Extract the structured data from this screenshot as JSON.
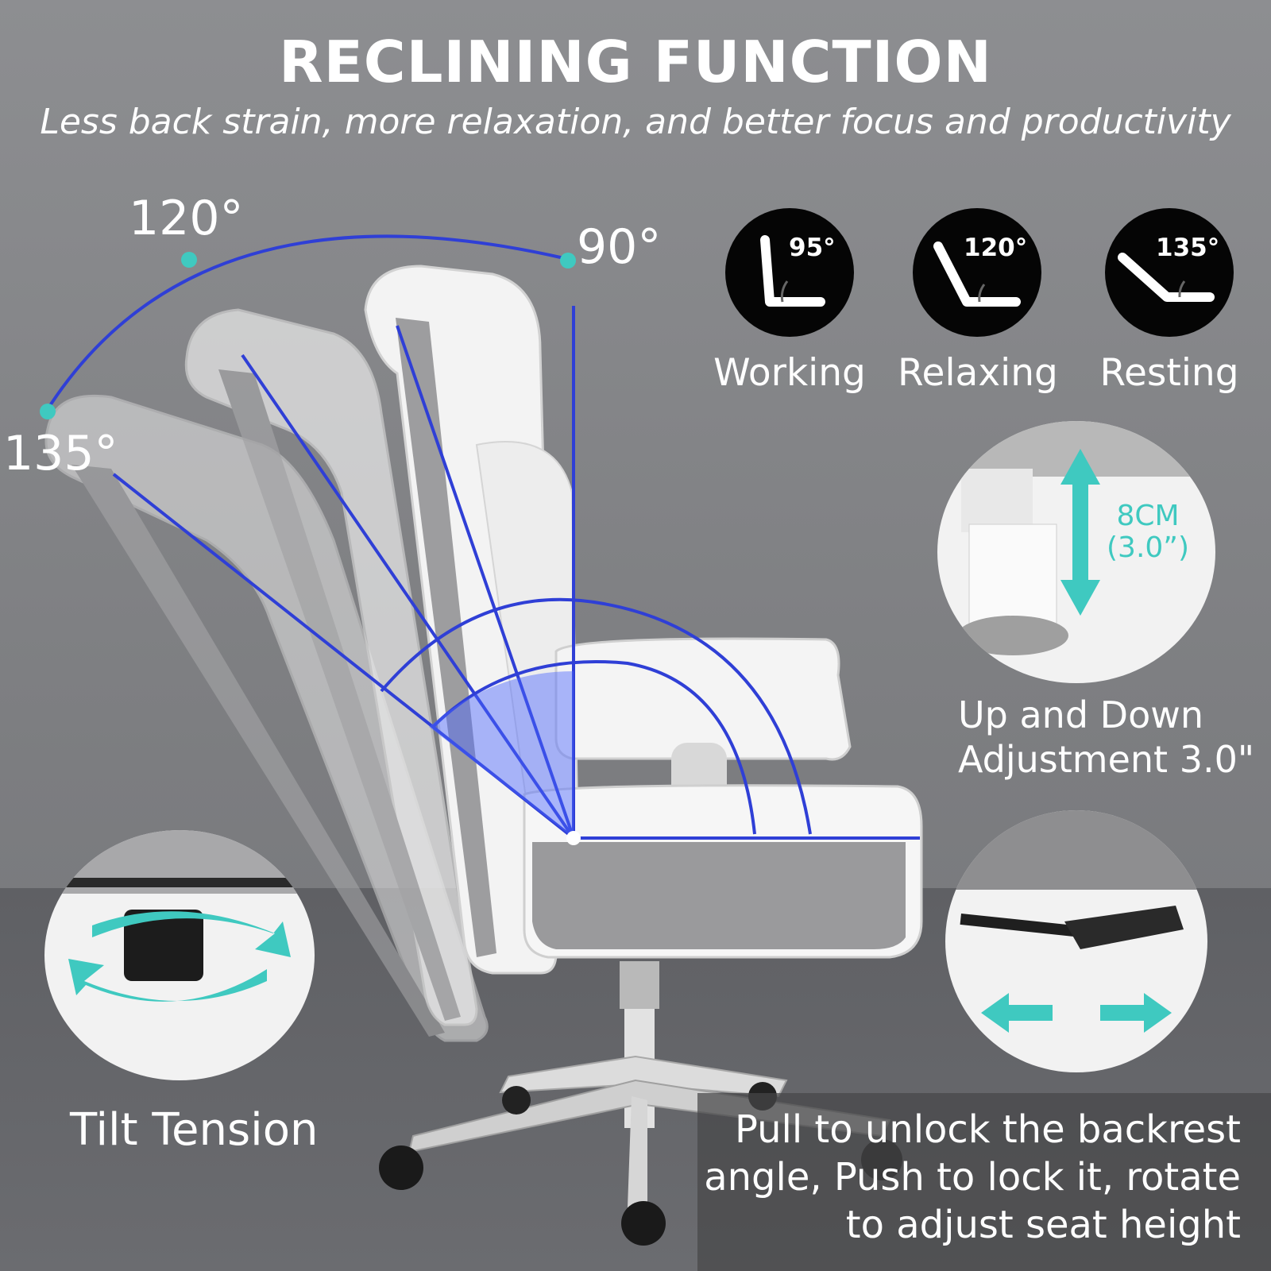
{
  "header": {
    "title": "RECLINING FUNCTION",
    "subtitle": "Less back strain, more relaxation, and better focus and productivity"
  },
  "recline_diagram": {
    "angles": [
      "120°",
      "90°",
      "135°"
    ]
  },
  "modes": [
    {
      "angle": "95°",
      "name": "Working",
      "icon": "recline-95-icon"
    },
    {
      "angle": "120°",
      "name": "Relaxing",
      "icon": "recline-120-icon"
    },
    {
      "angle": "135°",
      "name": "Resting",
      "icon": "recline-135-icon"
    }
  ],
  "height_adjust": {
    "measure_cm": "8CM",
    "measure_in": "(3.0”)",
    "label_line1": "Up and Down",
    "label_line2": "Adjustment 3.0\""
  },
  "tilt": {
    "label": "Tilt Tension"
  },
  "footrest": {
    "icon": "slide-arrows-icon"
  },
  "note": {
    "line1": "Pull to unlock the backrest",
    "line2": "angle, Push to lock it, rotate",
    "line3": "to adjust seat height"
  },
  "colors": {
    "accent_blue": "#2f3fd6",
    "accent_teal": "#3fc9c0",
    "disc_black": "#050505"
  }
}
